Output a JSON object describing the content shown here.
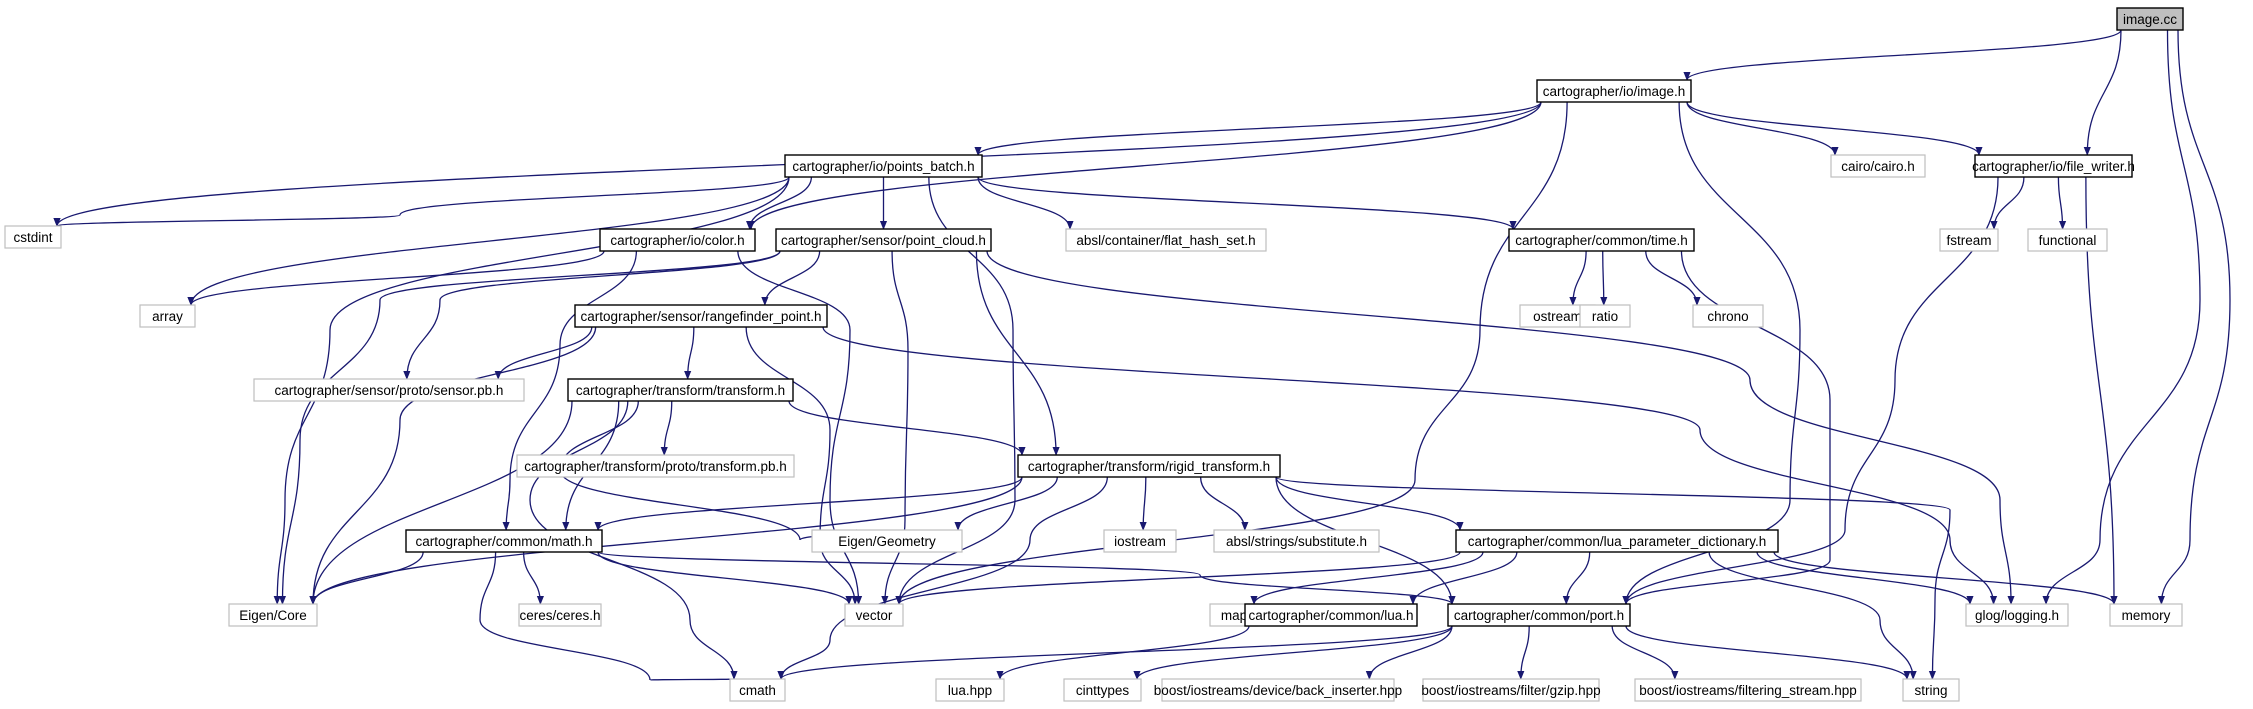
{
  "graph": {
    "nodes": [
      {
        "id": "n0",
        "label": "image.cc",
        "kind": "root"
      },
      {
        "id": "n1",
        "label": "cartographer/io/image.h",
        "kind": "local"
      },
      {
        "id": "n2",
        "label": "cartographer/io/points_batch.h",
        "kind": "local"
      },
      {
        "id": "n3",
        "label": "cartographer/io/file_writer.h",
        "kind": "local"
      },
      {
        "id": "n4",
        "label": "cstdint",
        "kind": "ext"
      },
      {
        "id": "n5",
        "label": "cartographer/io/color.h",
        "kind": "local"
      },
      {
        "id": "n6",
        "label": "cartographer/sensor/point_cloud.h",
        "kind": "local"
      },
      {
        "id": "n7",
        "label": "absl/container/flat_hash_set.h",
        "kind": "ext"
      },
      {
        "id": "n8",
        "label": "cartographer/common/time.h",
        "kind": "local"
      },
      {
        "id": "n9",
        "label": "cairo/cairo.h",
        "kind": "ext"
      },
      {
        "id": "n10",
        "label": "fstream",
        "kind": "ext"
      },
      {
        "id": "n11",
        "label": "functional",
        "kind": "ext"
      },
      {
        "id": "n12",
        "label": "array",
        "kind": "ext"
      },
      {
        "id": "n13",
        "label": "cartographer/sensor/rangefinder_point.h",
        "kind": "local"
      },
      {
        "id": "n14",
        "label": "ostream",
        "kind": "ext"
      },
      {
        "id": "n15",
        "label": "ratio",
        "kind": "ext"
      },
      {
        "id": "n16",
        "label": "chrono",
        "kind": "ext"
      },
      {
        "id": "n17",
        "label": "cartographer/sensor/proto/sensor.pb.h",
        "kind": "ext"
      },
      {
        "id": "n18",
        "label": "cartographer/transform/transform.h",
        "kind": "local"
      },
      {
        "id": "n19",
        "label": "cartographer/transform/proto/transform.pb.h",
        "kind": "ext"
      },
      {
        "id": "n20",
        "label": "cartographer/transform/rigid_transform.h",
        "kind": "local"
      },
      {
        "id": "n21",
        "label": "cartographer/common/math.h",
        "kind": "local"
      },
      {
        "id": "n22",
        "label": "Eigen/Geometry",
        "kind": "ext"
      },
      {
        "id": "n23",
        "label": "iostream",
        "kind": "ext"
      },
      {
        "id": "n24",
        "label": "absl/strings/substitute.h",
        "kind": "ext"
      },
      {
        "id": "n25",
        "label": "cartographer/common/lua_parameter_dictionary.h",
        "kind": "local"
      },
      {
        "id": "n26",
        "label": "Eigen/Core",
        "kind": "ext"
      },
      {
        "id": "n27",
        "label": "ceres/ceres.h",
        "kind": "ext"
      },
      {
        "id": "n28",
        "label": "vector",
        "kind": "ext"
      },
      {
        "id": "n29",
        "label": "map",
        "kind": "ext"
      },
      {
        "id": "n30",
        "label": "cartographer/common/lua.h",
        "kind": "local"
      },
      {
        "id": "n31",
        "label": "cartographer/common/port.h",
        "kind": "local"
      },
      {
        "id": "n32",
        "label": "glog/logging.h",
        "kind": "ext"
      },
      {
        "id": "n33",
        "label": "memory",
        "kind": "ext"
      },
      {
        "id": "n34",
        "label": "cmath",
        "kind": "ext"
      },
      {
        "id": "n35",
        "label": "lua.hpp",
        "kind": "ext"
      },
      {
        "id": "n36",
        "label": "cinttypes",
        "kind": "ext"
      },
      {
        "id": "n37",
        "label": "boost/iostreams/device/back_inserter.hpp",
        "kind": "ext"
      },
      {
        "id": "n38",
        "label": "boost/iostreams/filter/gzip.hpp",
        "kind": "ext"
      },
      {
        "id": "n39",
        "label": "boost/iostreams/filtering_stream.hpp",
        "kind": "ext"
      },
      {
        "id": "n40",
        "label": "string",
        "kind": "ext"
      }
    ],
    "edges": [
      [
        "n0",
        "n1"
      ],
      [
        "n0",
        "n3"
      ],
      [
        "n0",
        "n32"
      ],
      [
        "n0",
        "n33"
      ],
      [
        "n1",
        "n2"
      ],
      [
        "n1",
        "n3"
      ],
      [
        "n1",
        "n4"
      ],
      [
        "n1",
        "n5"
      ],
      [
        "n1",
        "n9"
      ],
      [
        "n1",
        "n28"
      ],
      [
        "n1",
        "n31"
      ],
      [
        "n2",
        "n4"
      ],
      [
        "n2",
        "n5"
      ],
      [
        "n2",
        "n6"
      ],
      [
        "n2",
        "n7"
      ],
      [
        "n2",
        "n8"
      ],
      [
        "n2",
        "n12"
      ],
      [
        "n2",
        "n26"
      ],
      [
        "n2",
        "n28"
      ],
      [
        "n3",
        "n10"
      ],
      [
        "n3",
        "n11"
      ],
      [
        "n3",
        "n31"
      ],
      [
        "n3",
        "n33"
      ],
      [
        "n5",
        "n12"
      ],
      [
        "n5",
        "n21"
      ],
      [
        "n5",
        "n28"
      ],
      [
        "n6",
        "n13"
      ],
      [
        "n6",
        "n17"
      ],
      [
        "n6",
        "n20"
      ],
      [
        "n6",
        "n26"
      ],
      [
        "n6",
        "n28"
      ],
      [
        "n6",
        "n32"
      ],
      [
        "n8",
        "n14"
      ],
      [
        "n8",
        "n15"
      ],
      [
        "n8",
        "n16"
      ],
      [
        "n8",
        "n31"
      ],
      [
        "n13",
        "n17"
      ],
      [
        "n13",
        "n18"
      ],
      [
        "n13",
        "n26"
      ],
      [
        "n13",
        "n28"
      ],
      [
        "n13",
        "n32"
      ],
      [
        "n18",
        "n19"
      ],
      [
        "n18",
        "n20"
      ],
      [
        "n18",
        "n21"
      ],
      [
        "n18",
        "n22"
      ],
      [
        "n18",
        "n26"
      ],
      [
        "n18",
        "n34"
      ],
      [
        "n20",
        "n21"
      ],
      [
        "n20",
        "n22"
      ],
      [
        "n20",
        "n23"
      ],
      [
        "n20",
        "n24"
      ],
      [
        "n20",
        "n25"
      ],
      [
        "n20",
        "n26"
      ],
      [
        "n20",
        "n31"
      ],
      [
        "n20",
        "n34"
      ],
      [
        "n20",
        "n40"
      ],
      [
        "n21",
        "n26"
      ],
      [
        "n21",
        "n27"
      ],
      [
        "n21",
        "n28"
      ],
      [
        "n21",
        "n31"
      ],
      [
        "n21",
        "n34"
      ],
      [
        "n25",
        "n28"
      ],
      [
        "n25",
        "n29"
      ],
      [
        "n25",
        "n30"
      ],
      [
        "n25",
        "n31"
      ],
      [
        "n25",
        "n32"
      ],
      [
        "n25",
        "n33"
      ],
      [
        "n25",
        "n40"
      ],
      [
        "n30",
        "n35"
      ],
      [
        "n31",
        "n34"
      ],
      [
        "n31",
        "n36"
      ],
      [
        "n31",
        "n37"
      ],
      [
        "n31",
        "n38"
      ],
      [
        "n31",
        "n39"
      ],
      [
        "n31",
        "n40"
      ]
    ]
  }
}
